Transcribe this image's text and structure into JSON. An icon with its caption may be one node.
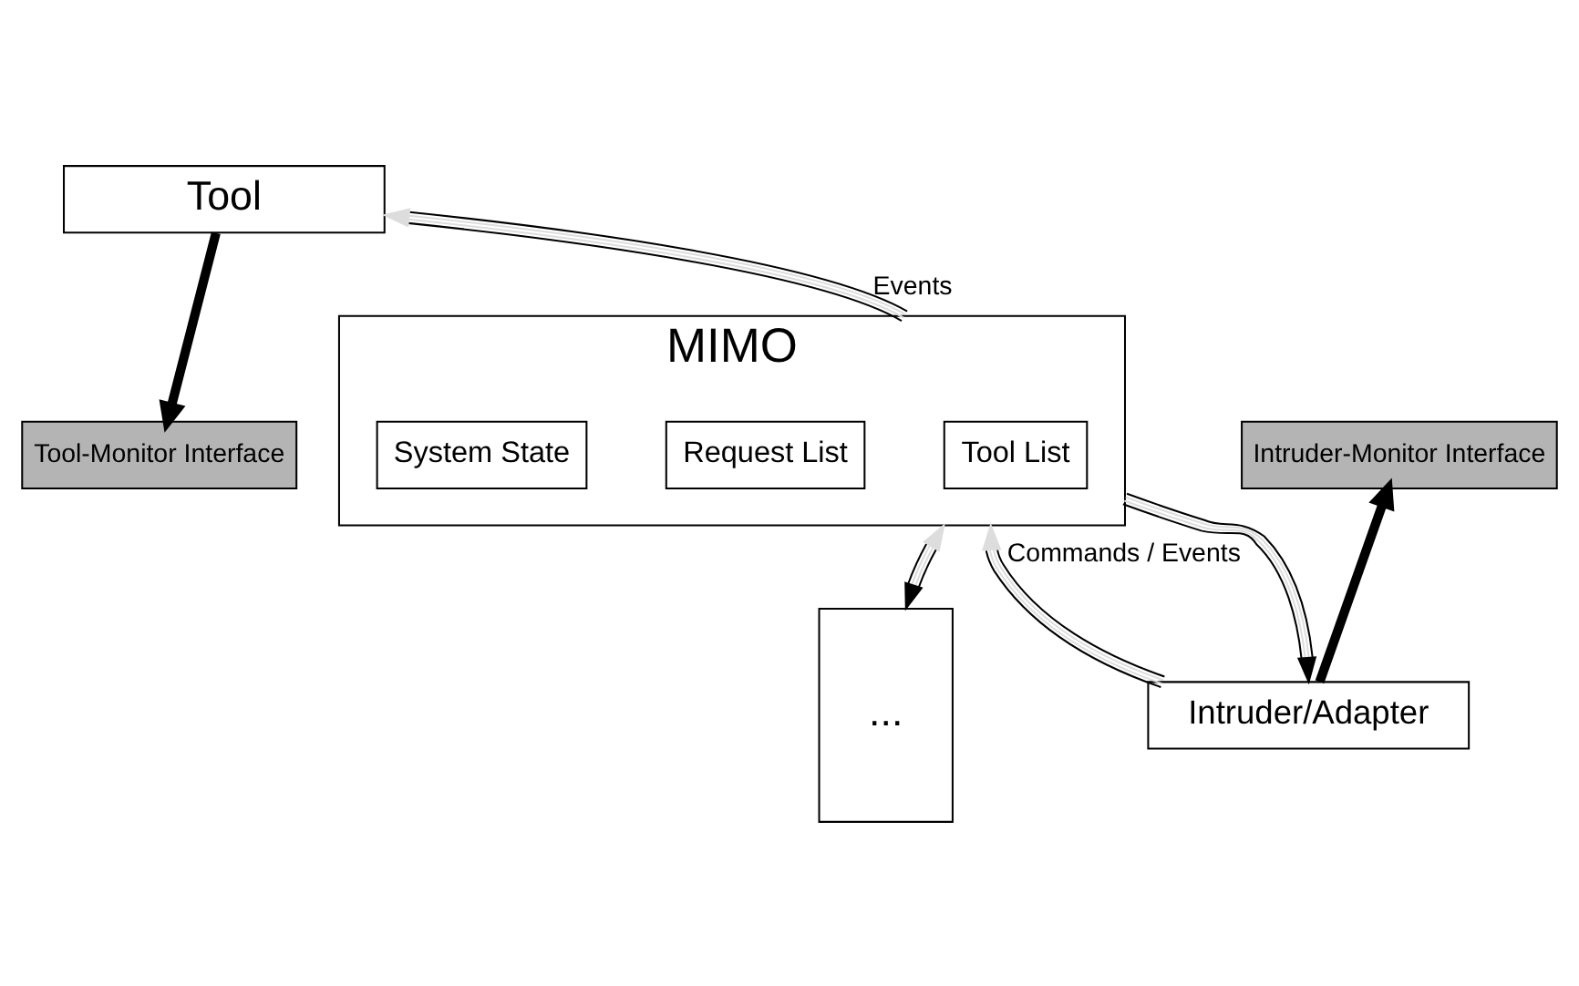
{
  "diagram": {
    "nodes": [
      {
        "text": [
          "Tool"
        ]
      },
      {
        "text": [
          "Tool-Monitor Interface"
        ]
      },
      {
        "text": [
          "MIMO"
        ]
      },
      {
        "text": [
          "Tool List"
        ],
        "in": 2
      },
      {
        "text": [
          "Request List"
        ],
        "in": 2
      },
      {
        "text": [
          "System State"
        ],
        "in": 2
      },
      {
        "text": [
          "Intruder-Monitor Interface"
        ]
      },
      {
        "text": [
          "Intruder/Adapter"
        ]
      },
      {
        "text": [
          "..."
        ]
      }
    ],
    "edges": [
      {
        "from": 0,
        "to": 1,
        "arrow": "to",
        "style": "thick"
      },
      {
        "from": 2,
        "to": 0,
        "arrow": "to",
        "label": "Events"
      },
      {
        "from": 2,
        "to": 7,
        "arrow": "to"
      },
      {
        "from": 7,
        "to": 2,
        "arrow": "to",
        "label": "Commands / Events"
      },
      {
        "from": 7,
        "to": 6,
        "arrow": "to",
        "style": "thick"
      },
      {
        "from": 2,
        "to": 8,
        "arrow": "both"
      }
    ]
  }
}
